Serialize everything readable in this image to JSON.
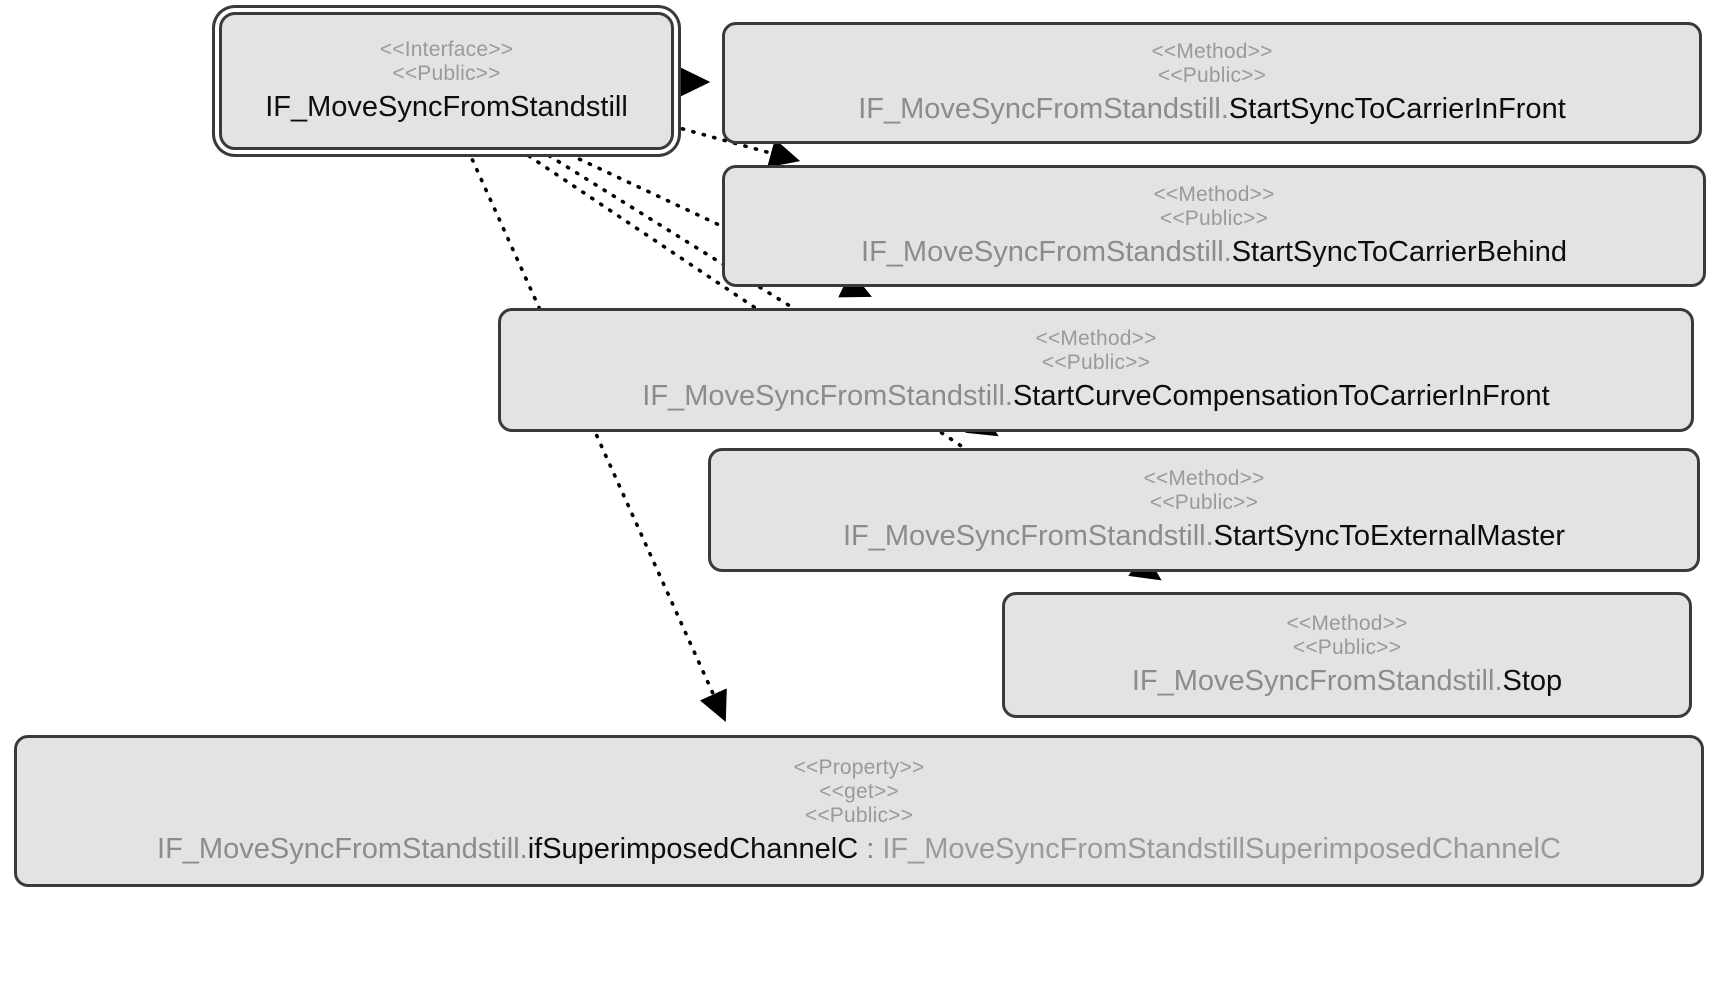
{
  "diagram": {
    "kind": "uml-interface-relations",
    "background_color": "#ffffff",
    "node_fill": "#e3e3e3",
    "node_border": "#3a3a3a",
    "stereotype_color": "#9a9a9a",
    "qualifier_color": "#8c8c8c",
    "member_color": "#0d0d0d",
    "edge_style": "dotted",
    "edge_color": "#000000",
    "arrow_head": "filled-triangle"
  },
  "nodes": [
    {
      "id": "interface-root",
      "name": "interface-if-movesyncfromstandstill",
      "stereotypes": [
        "<<Interface>>",
        "<<Public>>"
      ],
      "qualifier": "",
      "member": "IF_MoveSyncFromStandstill",
      "type_sep": "",
      "type_name": ""
    },
    {
      "id": "method-startsynctocarrierinfront",
      "name": "method-startsynctocarrierinfront",
      "stereotypes": [
        "<<Method>>",
        "<<Public>>"
      ],
      "qualifier": "IF_MoveSyncFromStandstill.",
      "member": "StartSyncToCarrierInFront",
      "type_sep": "",
      "type_name": ""
    },
    {
      "id": "method-startsynctocarrierbehind",
      "name": "method-startsynctocarrierbehind",
      "stereotypes": [
        "<<Method>>",
        "<<Public>>"
      ],
      "qualifier": "IF_MoveSyncFromStandstill.",
      "member": "StartSyncToCarrierBehind",
      "type_sep": "",
      "type_name": ""
    },
    {
      "id": "method-startcurvecompensationtocarrierinfront",
      "name": "method-startcurvecompensationtocarrierinfront",
      "stereotypes": [
        "<<Method>>",
        "<<Public>>"
      ],
      "qualifier": "IF_MoveSyncFromStandstill.",
      "member": "StartCurveCompensationToCarrierInFront",
      "type_sep": "",
      "type_name": ""
    },
    {
      "id": "method-startsynctoexternalmaster",
      "name": "method-startsynctoexternalmaster",
      "stereotypes": [
        "<<Method>>",
        "<<Public>>"
      ],
      "qualifier": "IF_MoveSyncFromStandstill.",
      "member": "StartSyncToExternalMaster",
      "type_sep": "",
      "type_name": ""
    },
    {
      "id": "method-stop",
      "name": "method-stop",
      "stereotypes": [
        "<<Method>>",
        "<<Public>>"
      ],
      "qualifier": "IF_MoveSyncFromStandstill.",
      "member": "Stop",
      "type_sep": "",
      "type_name": ""
    },
    {
      "id": "property-ifsuperimposedchannelc",
      "name": "property-ifsuperimposedchannelc",
      "stereotypes": [
        "<<Property>>",
        "<<get>>",
        "<<Public>>"
      ],
      "qualifier": "IF_MoveSyncFromStandstill.",
      "member": "ifSuperimposedChannelC",
      "type_sep": " : ",
      "type_name": "IF_MoveSyncFromStandstillSuperimposedChannelC"
    }
  ],
  "edges": [
    {
      "from": "interface-root",
      "to": "method-startsynctocarrierinfront"
    },
    {
      "from": "interface-root",
      "to": "method-startsynctocarrierbehind"
    },
    {
      "from": "interface-root",
      "to": "method-startcurvecompensationtocarrierinfront"
    },
    {
      "from": "interface-root",
      "to": "method-startsynctoexternalmaster"
    },
    {
      "from": "interface-root",
      "to": "method-stop"
    },
    {
      "from": "interface-root",
      "to": "property-ifsuperimposedchannelc"
    }
  ]
}
